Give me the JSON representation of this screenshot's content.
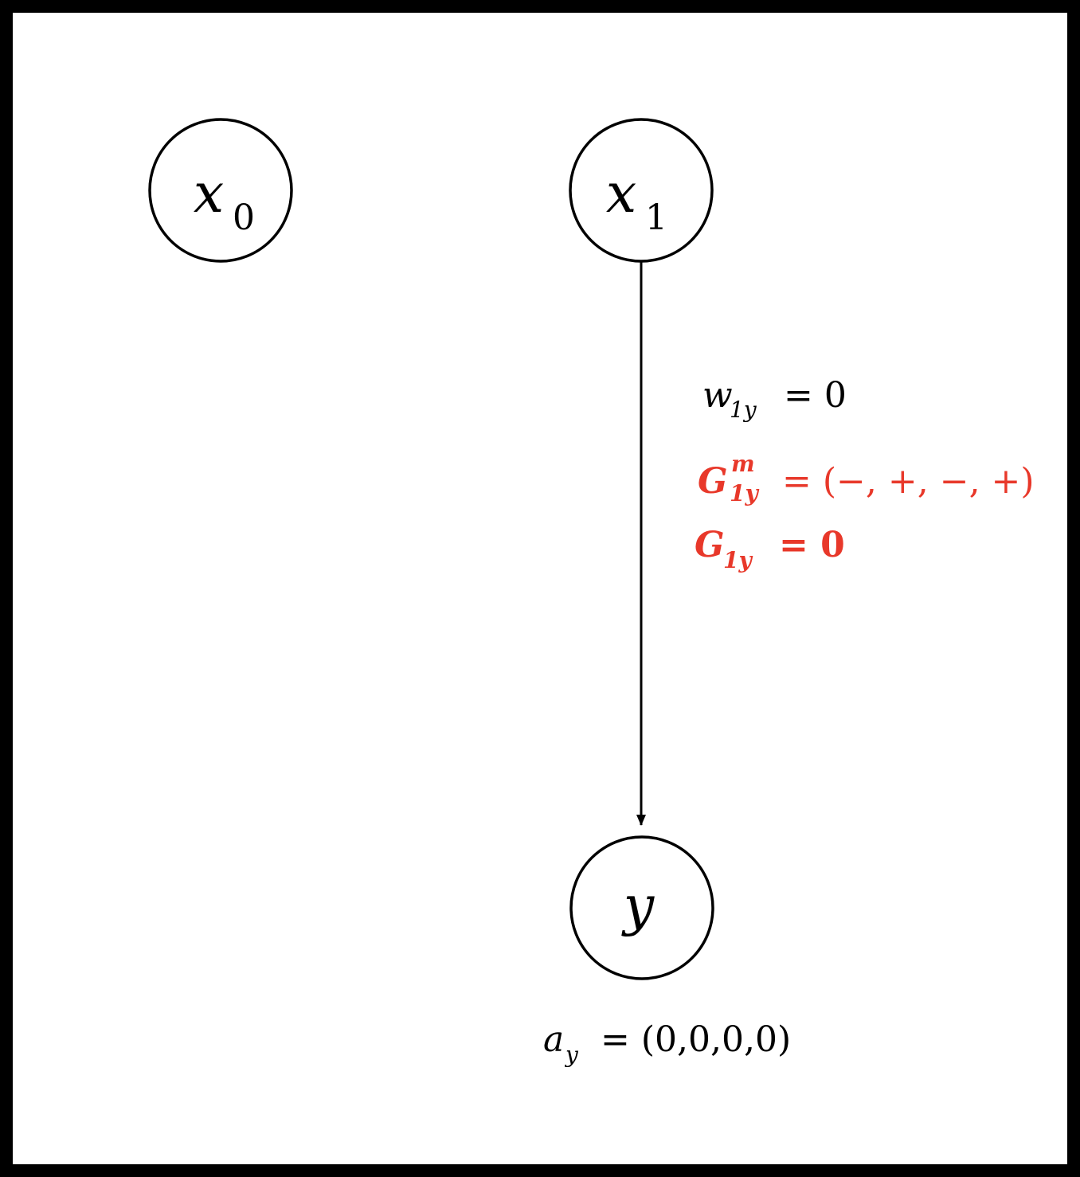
{
  "diagram": {
    "nodes": [
      {
        "id": "x0",
        "base": "x",
        "sub": "0"
      },
      {
        "id": "x1",
        "base": "x",
        "sub": "1"
      },
      {
        "id": "y",
        "base": "y",
        "sub": ""
      }
    ],
    "edge": {
      "from": "x1",
      "to": "y",
      "weight": {
        "base": "w",
        "sub": "1y",
        "rhs": "= 0"
      },
      "gradient_m": {
        "base": "G",
        "sup": "m",
        "sub": "1y",
        "rhs": "= (−, +, −, +)"
      },
      "gradient": {
        "base": "G",
        "sub": "1y",
        "rhs": "= 0"
      }
    },
    "output_activation": {
      "base": "a",
      "sub": "y",
      "rhs": "= (0,0,0,0)"
    },
    "colors": {
      "frame": "#000000",
      "background": "#ffffff",
      "ink": "#000000",
      "highlight": "#e8382a"
    }
  }
}
